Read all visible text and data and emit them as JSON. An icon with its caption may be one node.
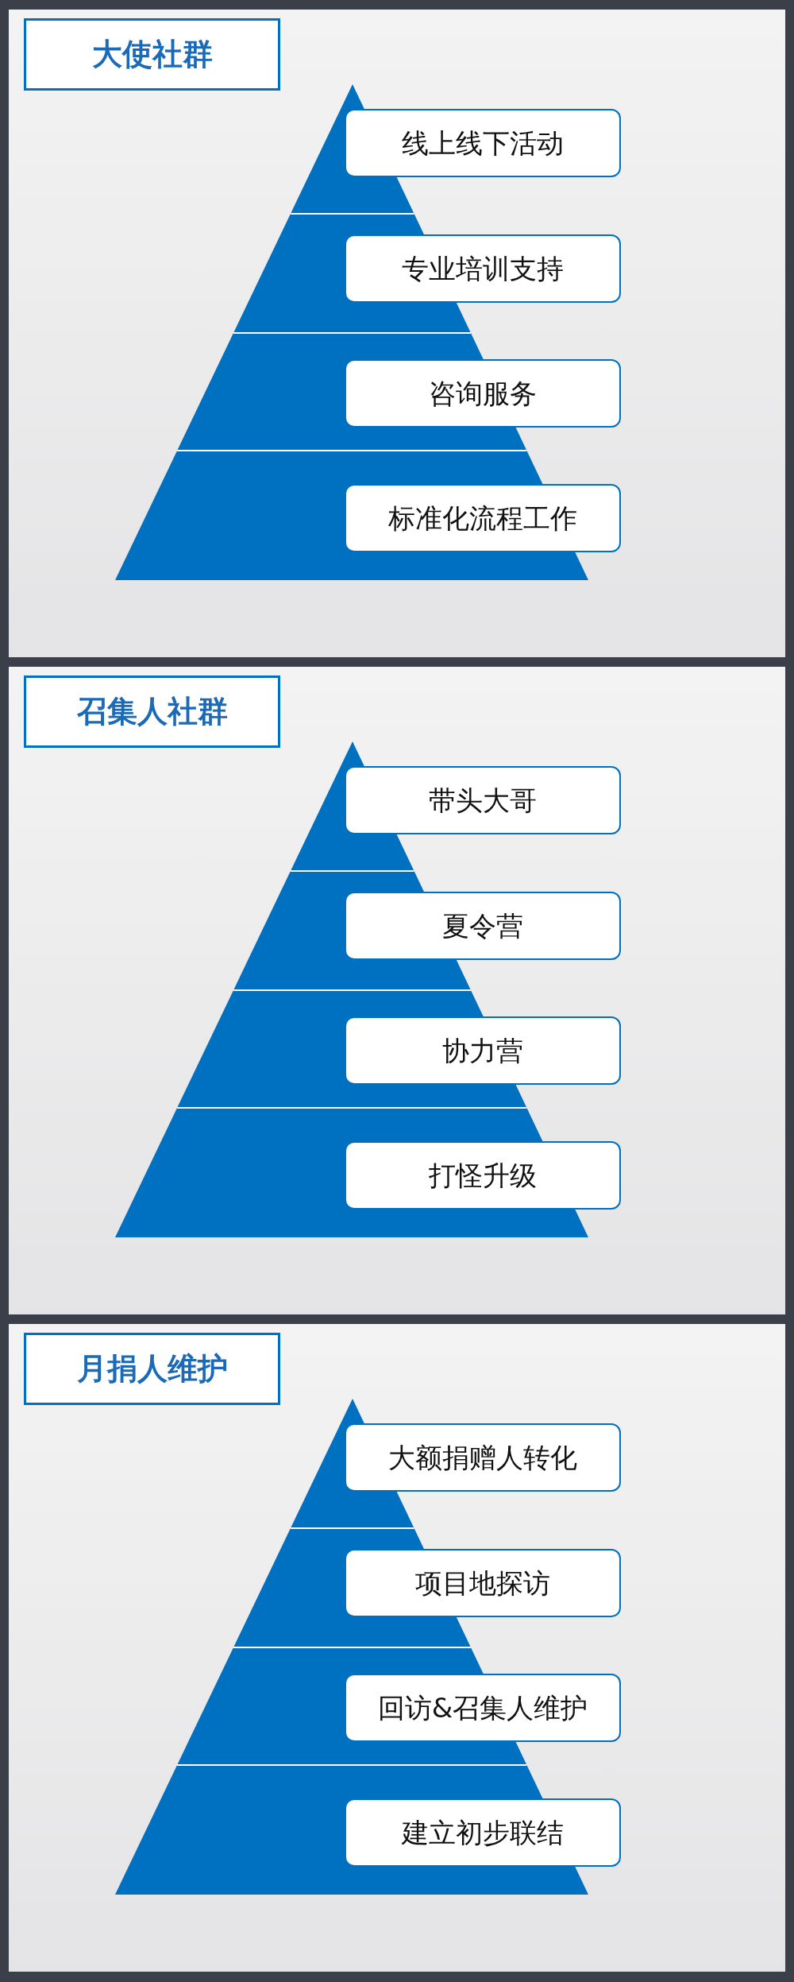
{
  "diagram": {
    "nodes": [
      {
        "text": [],
        "shape": "box"
      },
      {
        "text": [
          "大使社群"
        ],
        "in": 0
      },
      {
        "text": [
          "线上线下活动"
        ],
        "in": 0
      },
      {
        "text": [
          "专业培训支持"
        ],
        "in": 0
      },
      {
        "text": [
          "咨询服务"
        ],
        "in": 0
      },
      {
        "text": [
          "标准化流程工作"
        ],
        "in": 0
      },
      {
        "text": [],
        "shape": "box"
      },
      {
        "text": [
          "召集人社群"
        ],
        "in": 6
      },
      {
        "text": [
          "带头大哥"
        ],
        "in": 6
      },
      {
        "text": [
          "夏令营"
        ],
        "in": 6
      },
      {
        "text": [
          "协力营"
        ],
        "in": 6
      },
      {
        "text": [
          "打怪升级"
        ],
        "in": 6
      },
      {
        "text": [],
        "shape": "box"
      },
      {
        "text": [
          "月捐人维护"
        ],
        "in": 12
      },
      {
        "text": [
          "大额捐赠人转化"
        ],
        "in": 12
      },
      {
        "text": [
          "项目地探访"
        ],
        "in": 12
      },
      {
        "text": [
          "回访&召集人维护"
        ],
        "in": 12
      },
      {
        "text": [
          "建立初步联结"
        ],
        "in": 12
      }
    ]
  }
}
